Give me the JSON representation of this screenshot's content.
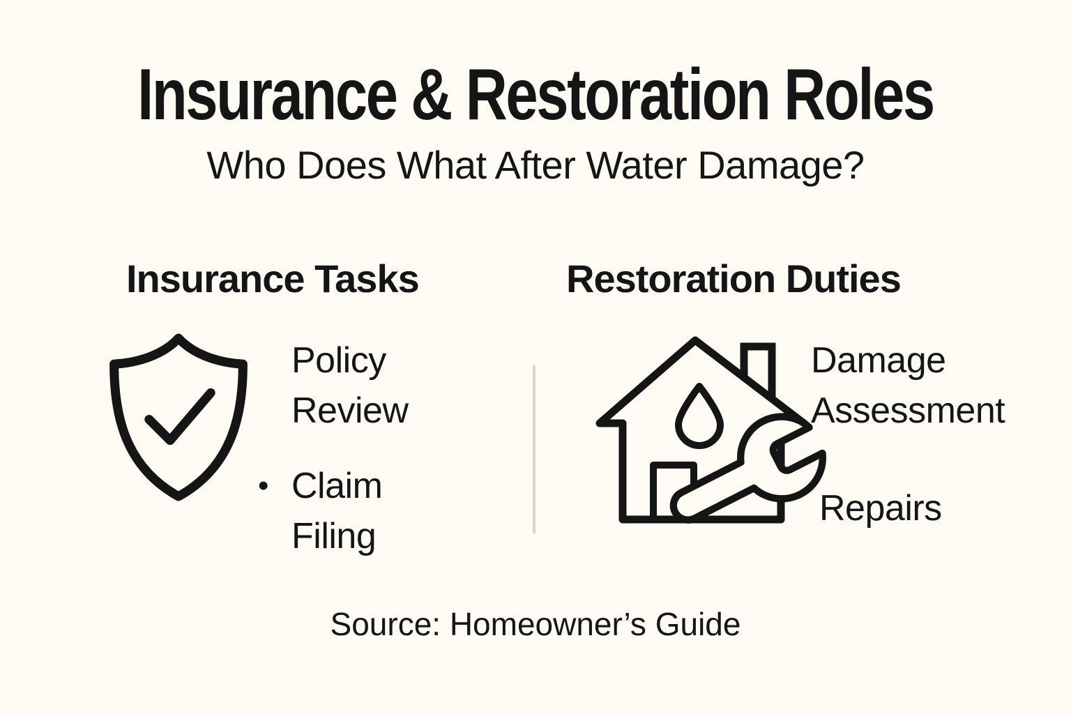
{
  "title": "Insurance & Restoration Roles",
  "subtitle": "Who Does What After Water Damage?",
  "columns": {
    "left": {
      "heading": "Insurance Tasks",
      "icon": "shield-check-icon",
      "items": [
        {
          "bullet": "",
          "label": "Policy Review"
        },
        {
          "bullet": "•",
          "label": "Claim Filing"
        }
      ]
    },
    "right": {
      "heading": "Restoration Duties",
      "icon": "house-water-wrench-icon",
      "items": [
        {
          "bullet": "",
          "label": "Damage Assessment"
        },
        {
          "bullet": "",
          "label": "Repairs"
        }
      ]
    }
  },
  "source": "Source: Homeowner’s Guide",
  "colors": {
    "background": "#FDFBF3",
    "text": "#151515",
    "divider": "#D8D6D0"
  }
}
